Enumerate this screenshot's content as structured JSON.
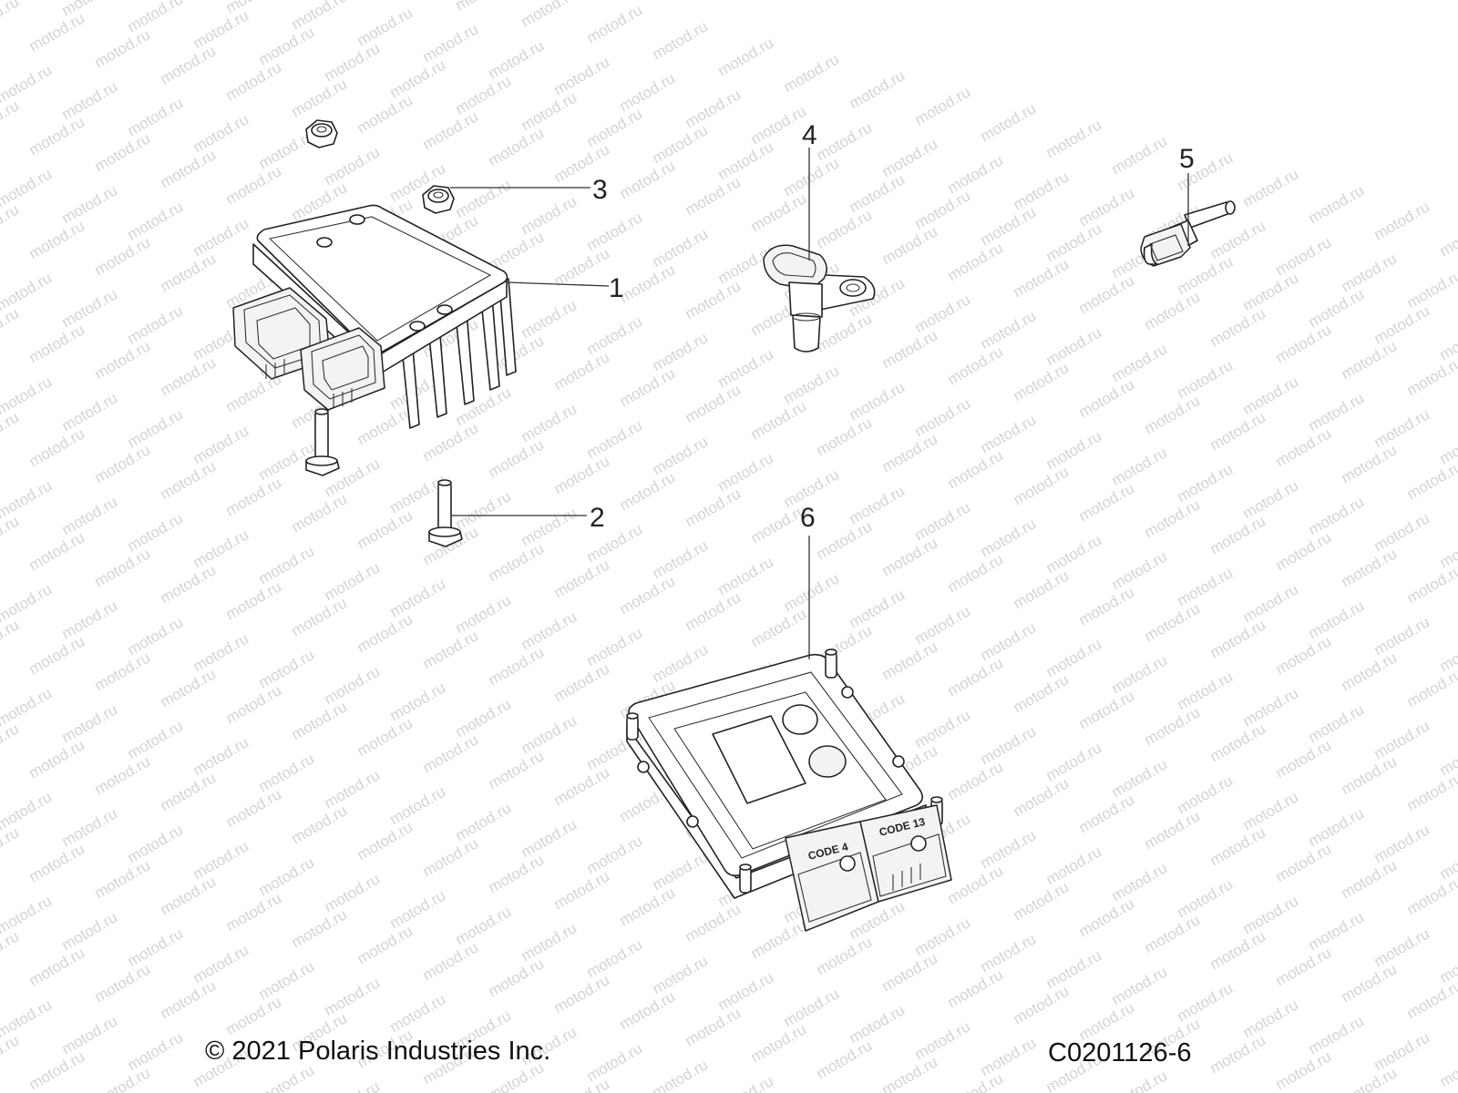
{
  "watermark": {
    "text": "motod.ru"
  },
  "callouts": [
    {
      "number": "1",
      "part": "regulator-module"
    },
    {
      "number": "2",
      "part": "bolt"
    },
    {
      "number": "3",
      "part": "nut"
    },
    {
      "number": "4",
      "part": "speed-sensor"
    },
    {
      "number": "5",
      "part": "temperature-sensor"
    },
    {
      "number": "6",
      "part": "ecu"
    }
  ],
  "ecu_labels": {
    "code_left": "CODE 4",
    "code_right": "CODE 13"
  },
  "footer": {
    "copyright": "© 2021 Polaris Industries Inc.",
    "drawing_code": "C0201126-6"
  }
}
